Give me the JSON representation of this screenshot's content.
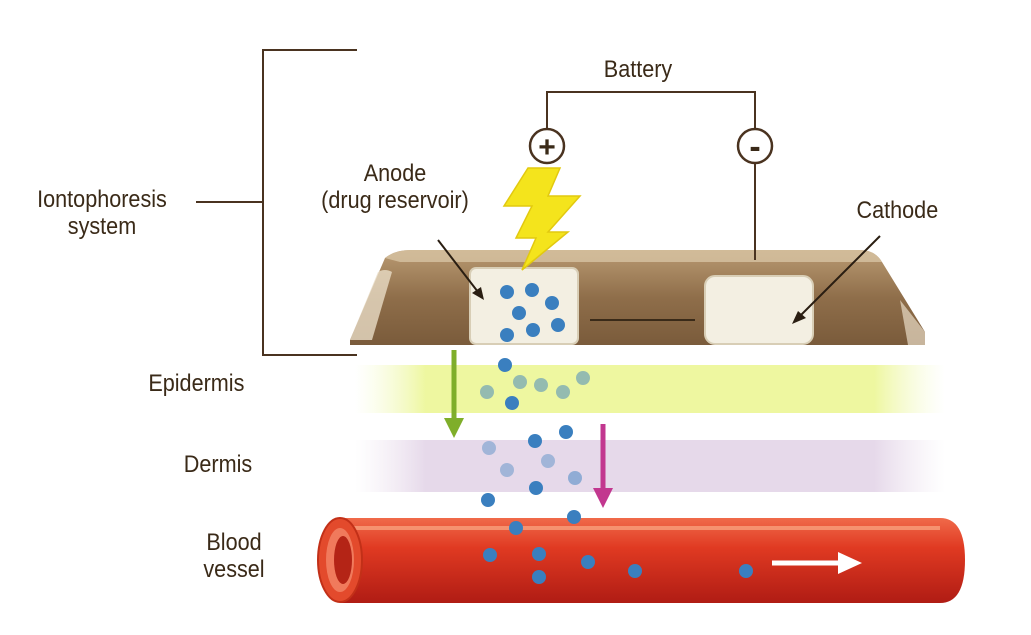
{
  "labels": {
    "system": "Iontophoresis\nsystem",
    "battery": "Battery",
    "anode": "Anode\n(drug reservoir)",
    "cathode": "Cathode",
    "epidermis": "Epidermis",
    "dermis": "Dermis",
    "blood_vessel": "Blood\nvessel",
    "plus": "+",
    "minus": "-"
  },
  "colors": {
    "drug_particle": "#3a7fbf",
    "lead_wire": "#4a3320",
    "patch": "#9a7a55",
    "electrode": "#f3efe2",
    "lightning": "#f4e41c",
    "epidermis_band": "#eef7a0",
    "dermis_band": "#e8dcec",
    "epidermis_arrow": "#7fae2a",
    "dermis_arrow": "#c2378f",
    "vessel": "#d62a1e",
    "flow_arrow": "#ffffff",
    "label_text": "#3a2a18"
  },
  "icons": [
    "lightning-bolt-icon",
    "flow-arrow-icon"
  ]
}
